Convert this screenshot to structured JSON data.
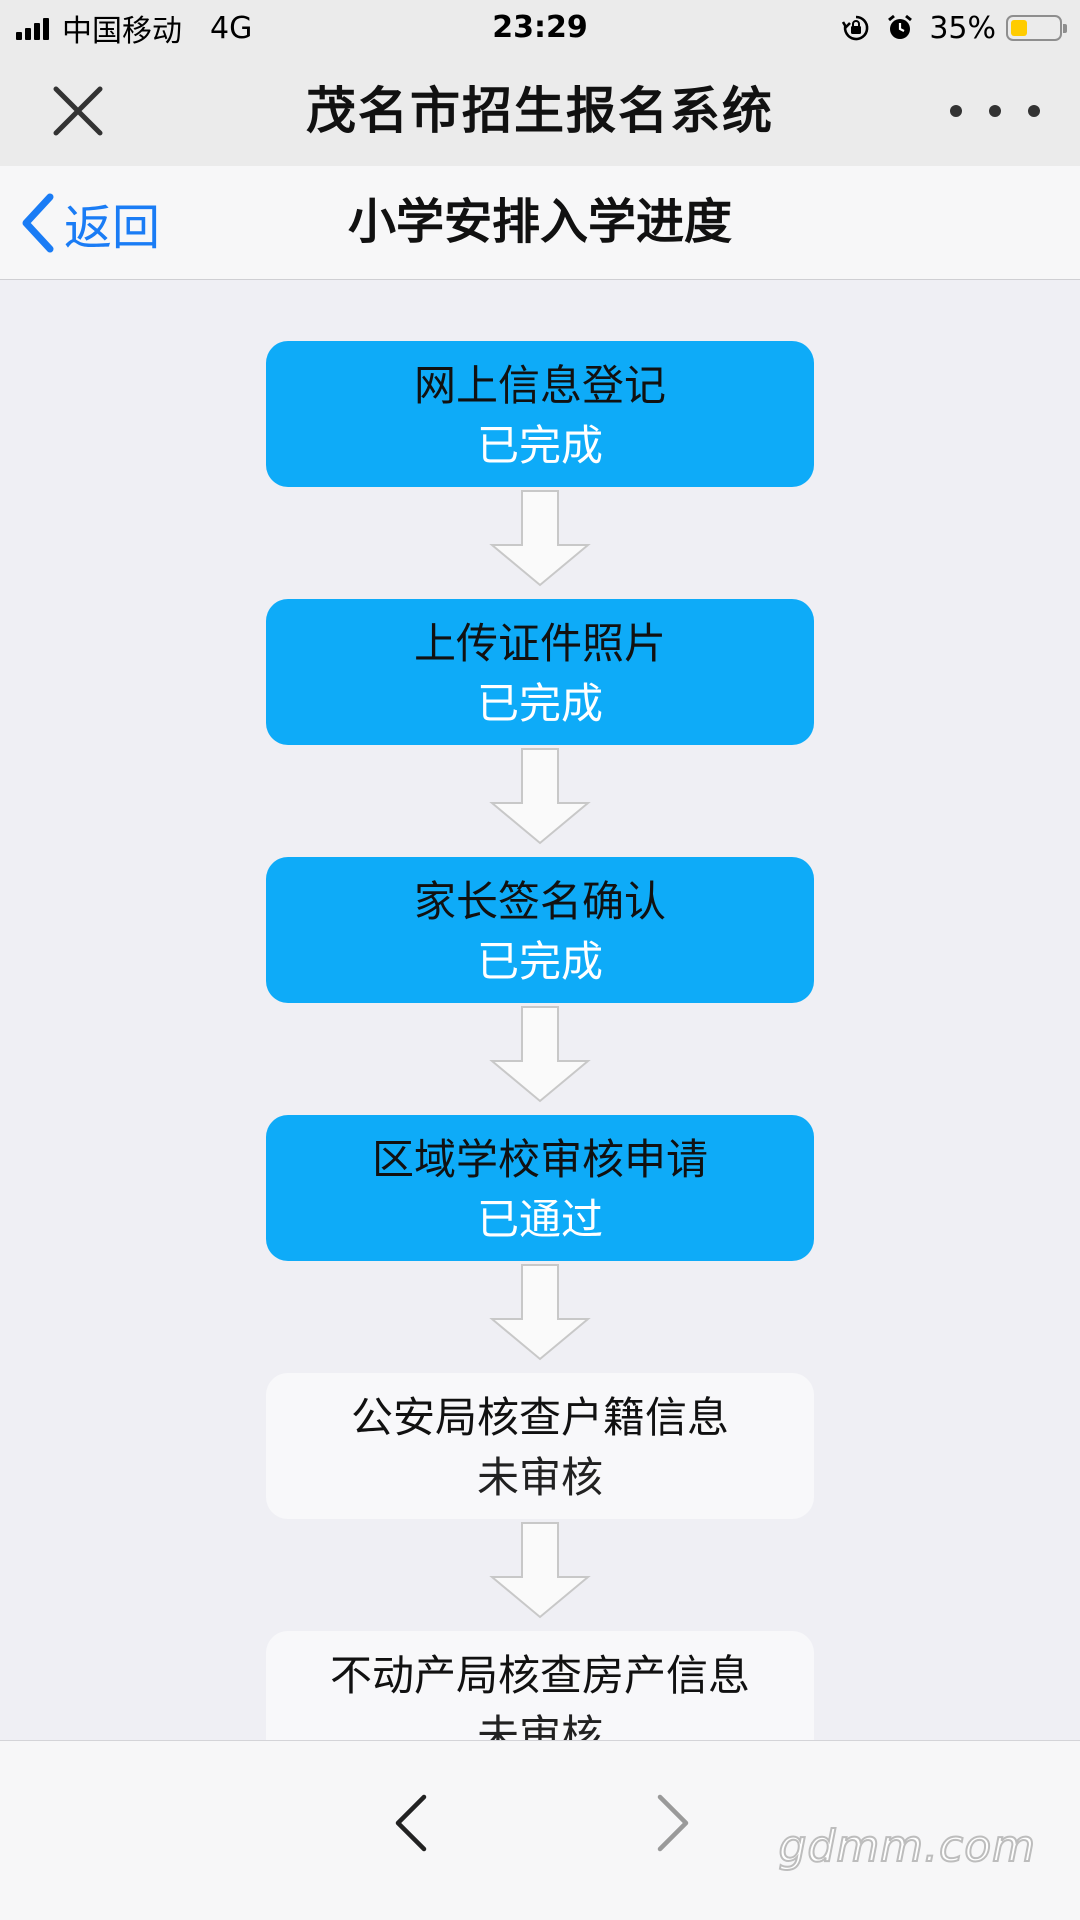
{
  "status_bar": {
    "carrier": "中国移动",
    "network": "4G",
    "time": "23:29",
    "battery_percent": "35%",
    "battery_level": 0.35,
    "icons": [
      "signal-icon",
      "rotation-lock-icon",
      "alarm-icon",
      "battery-icon"
    ]
  },
  "app_header": {
    "title": "茂名市招生报名系统",
    "close_icon": "close-icon",
    "more_icon": "more-icon"
  },
  "sub_header": {
    "back_label": "返回",
    "title": "小学安排入学进度"
  },
  "steps": [
    {
      "title": "网上信息登记",
      "status": "已完成"
    },
    {
      "title": "上传证件照片",
      "status": "已完成"
    },
    {
      "title": "家长签名确认",
      "status": "已完成"
    },
    {
      "title": "区域学校审核申请",
      "status": "已通过"
    },
    {
      "title": "公安局核查户籍信息",
      "status": "未审核"
    },
    {
      "title": "不动产局核查房产信息",
      "status": "未审核"
    }
  ],
  "colors": {
    "completed_step": "#0eabf8",
    "pending_step": "#f8f8fa",
    "accent_blue": "#1a7cf5",
    "background": "#efeff4"
  },
  "bottom_bar": {
    "back_icon": "chevron-left-icon",
    "forward_icon": "chevron-right-icon",
    "watermark": "gdmm.com"
  }
}
